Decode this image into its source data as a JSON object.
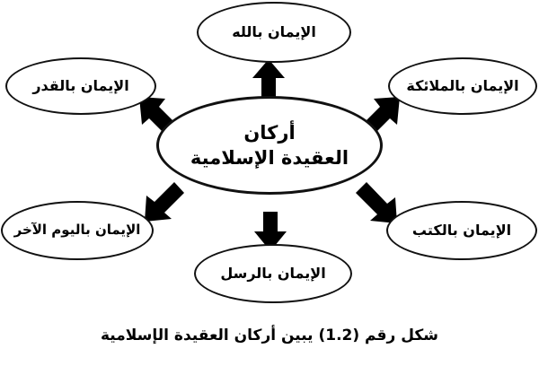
{
  "figure": {
    "title": "أركان العقيدة الإسلامية",
    "caption": "شكل رقم (1.2) يبين أركان العقيدة الإسلامية",
    "center": {
      "label_line1": "أركان",
      "label_line2": "العقيدة الإسلامية",
      "label": "أركان العقيدة الإسلامية"
    },
    "nodes": [
      {
        "id": "iman-billah",
        "label": "الإيمان بالله",
        "position": "top",
        "arrow": "arrow-up"
      },
      {
        "id": "iman-bilmalaika",
        "label": "الإيمان بالملائكة",
        "position": "top-right",
        "arrow": "arrow-up-right"
      },
      {
        "id": "iman-bilkutub",
        "label": "الإيمان بالكتب",
        "position": "bottom-right",
        "arrow": "arrow-down-right"
      },
      {
        "id": "iman-birrusul",
        "label": "الإيمان بالرسل",
        "position": "bottom",
        "arrow": "arrow-down"
      },
      {
        "id": "iman-bilyawm",
        "label": "الإيمان باليوم الآخر",
        "position": "bottom-left",
        "arrow": "arrow-down-left"
      },
      {
        "id": "iman-bilqadar",
        "label": "الإيمان بالقدر",
        "position": "top-left",
        "arrow": "arrow-up-left"
      }
    ],
    "colors": {
      "background": "#ffffff",
      "stroke": "#111111",
      "text": "#000000",
      "arrow_fill": "#000000"
    }
  }
}
